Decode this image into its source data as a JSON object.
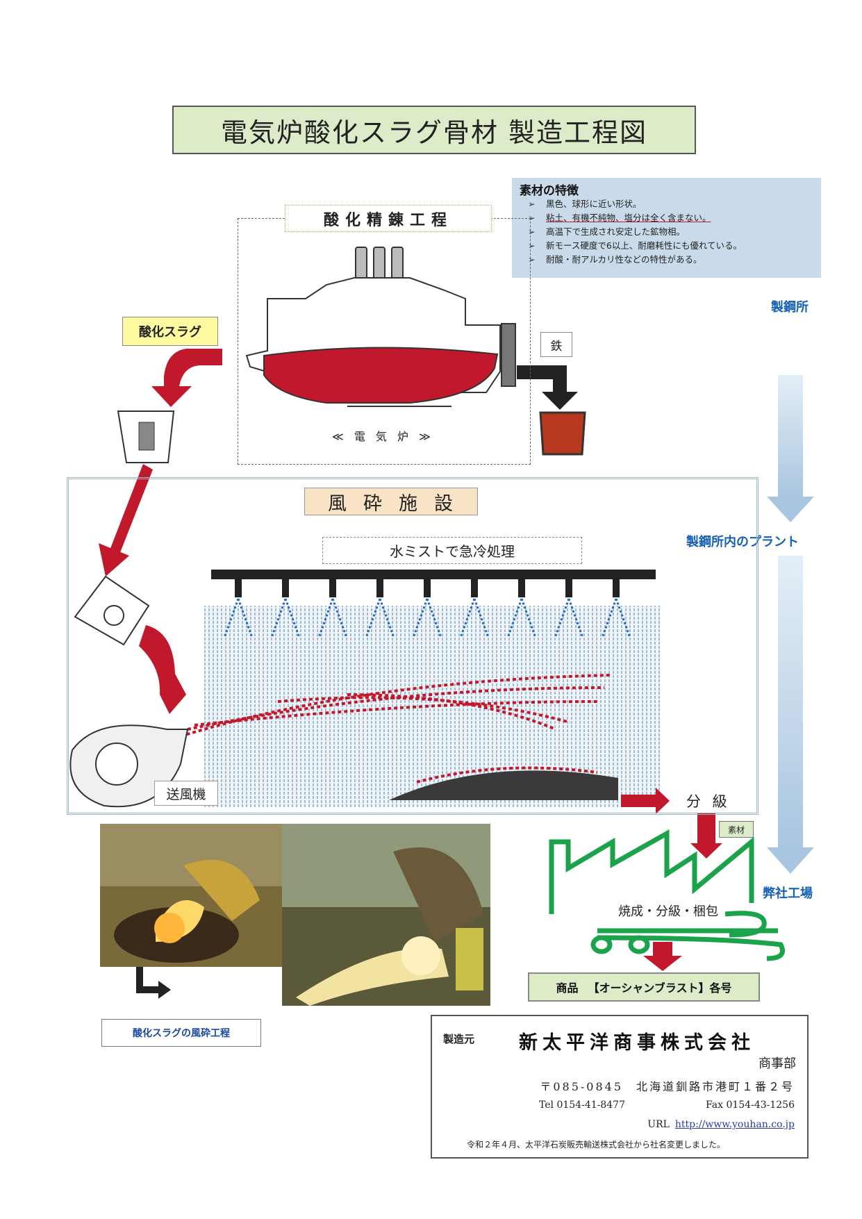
{
  "title": "電気炉酸化スラグ骨材 製造工程図",
  "features": {
    "heading": "素材の特徴",
    "items": [
      "黒色、球形に近い形状。",
      "粘土、有機不純物、塩分は全く含まない。",
      "高温下で生成され安定した鉱物相。",
      "新モース硬度で6以上、耐磨耗性にも優れている。",
      "耐酸・耐アルカリ性などの特性がある。"
    ]
  },
  "side_labels": {
    "steel_mill": "製鋼所",
    "plant": "製鋼所内のプラント",
    "our_factory": "弊社工場"
  },
  "oxidation": {
    "title": "酸化精錬工程",
    "furnace_caption": "≪ 電 気 炉 ≫",
    "slag_label": "酸化スラグ",
    "iron_label": "鉄"
  },
  "fuusai": {
    "title": "風砕施設",
    "mist_title": "水ミストで急冷処理",
    "blower_label": "送風機",
    "classify_label": "分 級"
  },
  "factory": {
    "material_badge": "素材",
    "process_label": "焼成・分級・梱包",
    "product_label": "商品",
    "product_name": "【オーシャンブラスト】各号"
  },
  "photo_caption": "酸化スラグの風砕工程",
  "company": {
    "maker_label": "製造元",
    "name": "新太平洋商事株式会社",
    "dept": "商事部",
    "postal": "〒085-0845　北海道釧路市港町１番２号",
    "tel": "Tel 0154-41-8477",
    "fax": "Fax 0154-43-1256",
    "url_label": "URL",
    "url": "http://www.youhan.co.jp",
    "notice": "令和２年４月、太平洋石炭販売輸送株式会社から社名変更しました。"
  },
  "colors": {
    "title_bg": "#dcecc9",
    "feature_bg": "#c9daea",
    "slag_red": "#c2182b",
    "factory_green": "#1aa34a",
    "label_blue": "#1560b4",
    "flow_arrow": "#b9d1e6"
  }
}
